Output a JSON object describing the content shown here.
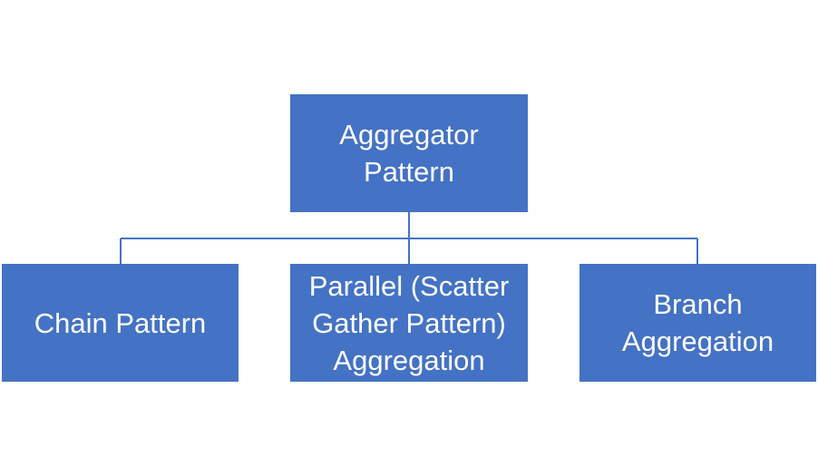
{
  "root": {
    "label": "Aggregator\nPattern"
  },
  "children": [
    {
      "label": "Chain Pattern"
    },
    {
      "label": "Parallel (Scatter\nGather Pattern)\nAggregation"
    },
    {
      "label": "Branch\nAggregation"
    }
  ],
  "colors": {
    "node_fill": "#4472c4",
    "node_text": "#ffffff",
    "connector": "#4472c4"
  }
}
